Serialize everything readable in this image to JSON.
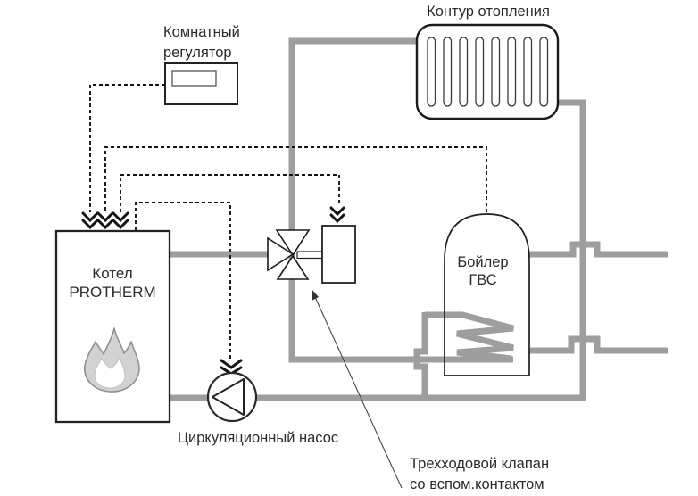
{
  "labels": {
    "heating_circuit": "Контур отопления",
    "room_regulator": [
      "Комнатный",
      "регулятор"
    ],
    "boiler": [
      "Котел",
      "PROTHERM"
    ],
    "dhw_tank": [
      "Бойлер",
      "ГВС"
    ],
    "pump": "Циркуляционный насос",
    "three_way_valve": [
      "Трехходовой клапан",
      "со вспом.контактом"
    ]
  },
  "colors": {
    "pipe": "#9e9e9e",
    "outline": "#1f1f1f",
    "wire": "#141414",
    "text": "#2a2a2a",
    "flame_outer": "#d2d2d2",
    "flame_inner": "#ffffff"
  },
  "icons": {
    "radiator": "radiator-icon",
    "flame": "flame-icon",
    "pump": "pump-icon",
    "three_way_valve": "three-way-valve-icon",
    "valve_actuator": "valve-actuator-icon",
    "room_thermostat": "room-thermostat-icon",
    "dhw_tank": "dhw-tank-icon",
    "wire_arrow": "chevron-down-arrow-icon"
  },
  "components": [
    {
      "name": "boiler",
      "label_ref": "labels.boiler"
    },
    {
      "name": "room-regulator",
      "label_ref": "labels.room_regulator"
    },
    {
      "name": "heating-circuit-radiator",
      "label_ref": "labels.heating_circuit"
    },
    {
      "name": "dhw-tank",
      "label_ref": "labels.dhw_tank"
    },
    {
      "name": "circulation-pump",
      "label_ref": "labels.pump"
    },
    {
      "name": "three-way-valve-with-aux-contact",
      "label_ref": "labels.three_way_valve"
    }
  ]
}
